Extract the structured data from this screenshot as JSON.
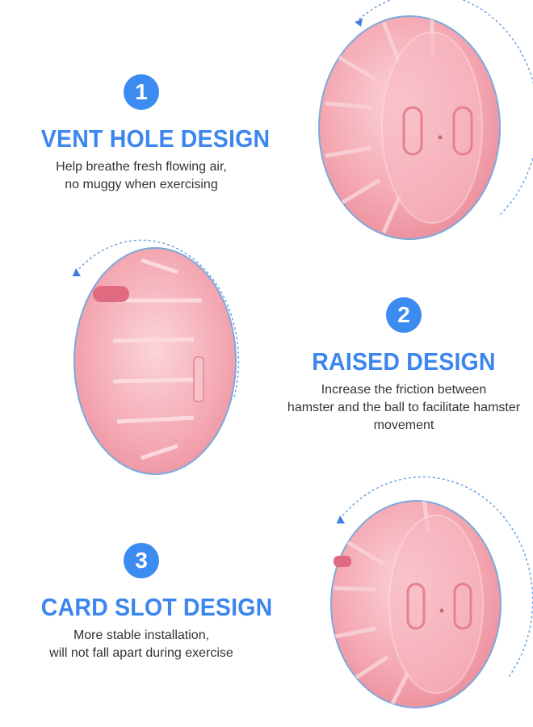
{
  "features": [
    {
      "number": "1",
      "title": "VENT HOLE DESIGN",
      "lines": [
        "Help breathe fresh flowing air,",
        "no muggy when exercising"
      ]
    },
    {
      "number": "2",
      "title": "RAISED DESIGN",
      "lines": [
        "Increase the friction between",
        "hamster and the ball to facilitate hamster",
        "movement"
      ]
    },
    {
      "number": "3",
      "title": "CARD SLOT DESIGN",
      "lines": [
        "More stable installation,",
        "will not fall apart during exercise"
      ]
    }
  ],
  "colors": {
    "accent": "#3c8bf0",
    "ball": "#f3a9b4",
    "ring": "#6fa3e3"
  }
}
